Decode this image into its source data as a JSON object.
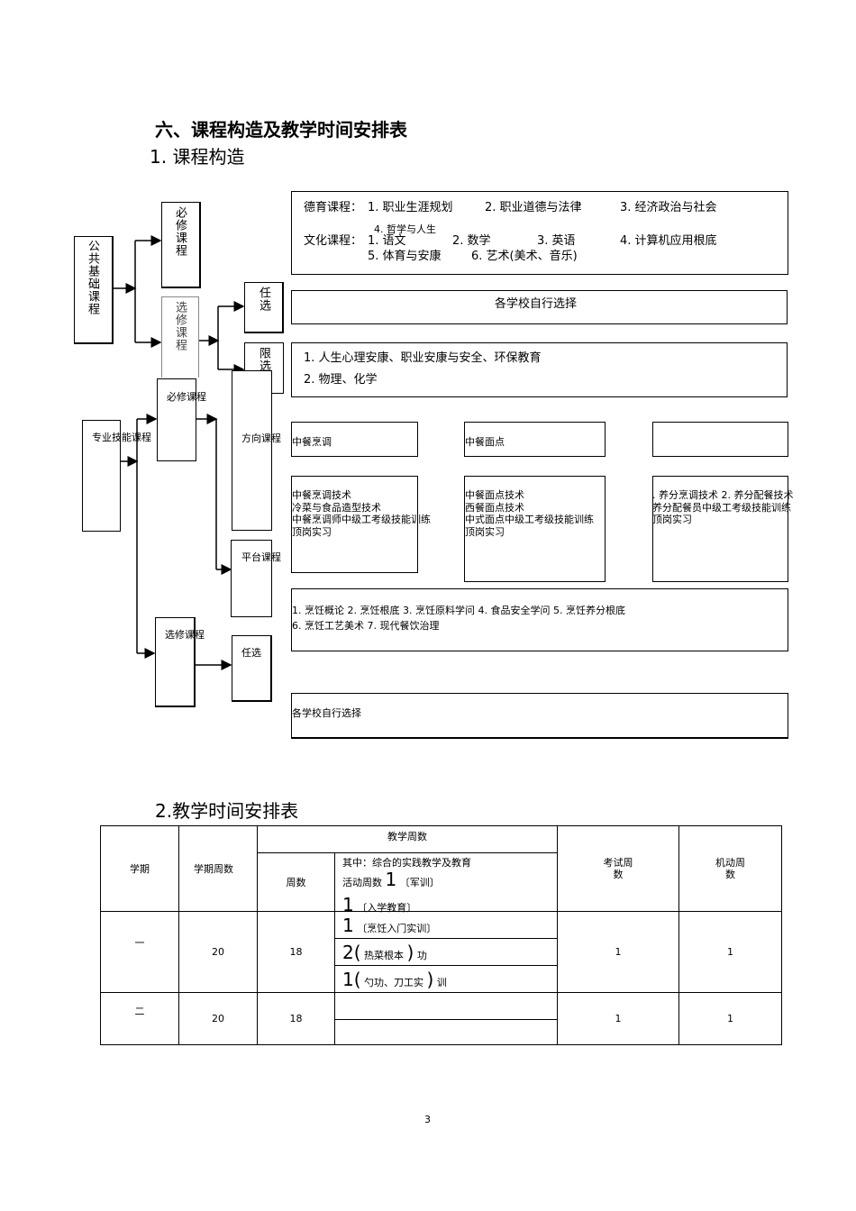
{
  "headings": {
    "section": "六、课程构造及教学时间安排表",
    "part1": "1. 课程构造",
    "part2": "2.教学时间安排表"
  },
  "left": {
    "public_basic": "公共基础课程",
    "required_top": "必修课程",
    "elective_top": "选修课程",
    "optional_top": "任选",
    "limited": "限选",
    "professional": "专业技能课程",
    "required_mid": "必修课程",
    "direction": "方向课程",
    "platform": "平台课程",
    "elective_bottom": "选修课程",
    "optional_bottom": "任选"
  },
  "right": {
    "moral_label": "德育课程：",
    "moral_items": [
      "1. 职业生涯规划",
      "2. 职业道德与法律",
      "3. 经济政治与社会"
    ],
    "philosophy": "4. 哲学与人生",
    "culture_label": "文化课程：",
    "culture_items_1": [
      "1. 语文",
      "2. 数学",
      "3. 英语",
      "4. 计算机应用根底"
    ],
    "culture_items_2": [
      "5. 体育与安康",
      "6. 艺术(美术、音乐)"
    ],
    "school_choice": "各学校自行选择",
    "limited_items": [
      "1.   人生心理安康、职业安康与安全、环保教育",
      "2.   物理、化学"
    ],
    "dir1": "中餐烹调",
    "dir2": "中餐面点",
    "dir3": "",
    "dir1_lines": [
      "中餐烹调技术",
      "冷菜与食品造型技术",
      "中餐烹调师中级工考级技能训练",
      "顶岗实习"
    ],
    "dir2_lines": [
      "中餐面点技术",
      "西餐面点技术",
      "中式面点中级工考级技能训练",
      "顶岗实习"
    ],
    "dir3_lines": [
      ". 养分烹调技术 2. 养分配餐技术",
      "养分配餐员中级工考级技能训练",
      "顶岗实习"
    ],
    "platform_lines": [
      "1. 烹饪概论  2. 烹饪根底  3. 烹饪原料学问  4. 食品安全学问  5. 烹饪养分根底",
      "6. 烹饪工艺美术  7. 现代餐饮治理"
    ],
    "school_choice_bottom": "各学校自行选择"
  },
  "table": {
    "h_term": "学期",
    "h_weeks": "学期周数",
    "h_teach": "教学周数",
    "h_count": "周数",
    "h_among": "其中：综合的实践教学及教育",
    "h_activity": "活动周数",
    "h_exam": "考试周数",
    "h_flex": "机动周数",
    "row1": {
      "term": "一",
      "weeks": "20",
      "count": "18",
      "exam": "1",
      "flex": "1",
      "a1_n": "1",
      "a1_t": "〔军训〕",
      "a2_n": "1",
      "a2_t": "〔入学教育〕",
      "a3_n": "1",
      "a3_t": "〔烹饪入门实训〕",
      "a4_n": "2(",
      "a4_t": "热菜根本",
      "a4_e": ")",
      "a4_s": "功",
      "a5_n": "1(",
      "a5_t": "勺功、刀工实",
      "a5_e": ")",
      "a5_s": "训"
    },
    "row2": {
      "term": "二",
      "weeks": "20",
      "count": "18",
      "exam": "1",
      "flex": "1"
    }
  },
  "page_number": "3"
}
